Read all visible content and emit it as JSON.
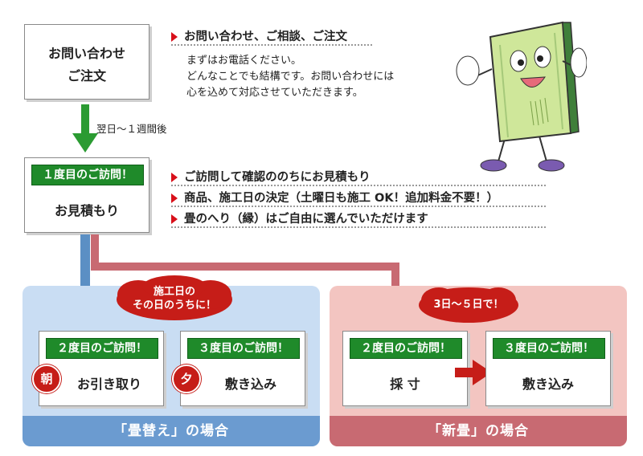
{
  "step1": {
    "line1": "お問い合わせ",
    "line2": "ご注文"
  },
  "contact": {
    "heading": "お問い合わせ、ご相談、ご注文",
    "lines": [
      "まずはお電話ください。",
      "どんなことでも結構です。お問い合わせには",
      "心を込めて対応させていただきます。"
    ]
  },
  "arrow1_label": "翌日〜１週間後",
  "step2": {
    "tag": "１度目のご訪問！",
    "label": "お見積もり"
  },
  "visit_notes": [
    "ご訪問して確認ののちにお見積もり",
    "商品、施工日の決定（土曜日も施工 OK！追加料金不要！）",
    "畳のへり（縁）はご自由に選んでいただけます"
  ],
  "left_panel": {
    "cloud_line1": "施工日の",
    "cloud_line2": "その日のうちに！",
    "card_a": {
      "tag": "２度目のご訪問！",
      "badge": "朝",
      "label": "お引き取り"
    },
    "card_b": {
      "tag": "３度目のご訪問！",
      "badge": "夕",
      "label": "敷き込み"
    },
    "footer": "「畳替え」の場合"
  },
  "right_panel": {
    "cloud": "3日〜５日で！",
    "card_a": {
      "tag": "２度目のご訪問！",
      "label": "採 寸"
    },
    "card_b": {
      "tag": "３度目のご訪問！",
      "label": "敷き込み"
    },
    "footer": "「新畳」の場合"
  },
  "colors": {
    "green": "#1f8a2a",
    "blue": "#5b8fc4",
    "pink": "#c86a72",
    "red": "#c61d18"
  },
  "icons": [
    "red-triangle-bullet-icon",
    "tatami-mascot-icon"
  ]
}
